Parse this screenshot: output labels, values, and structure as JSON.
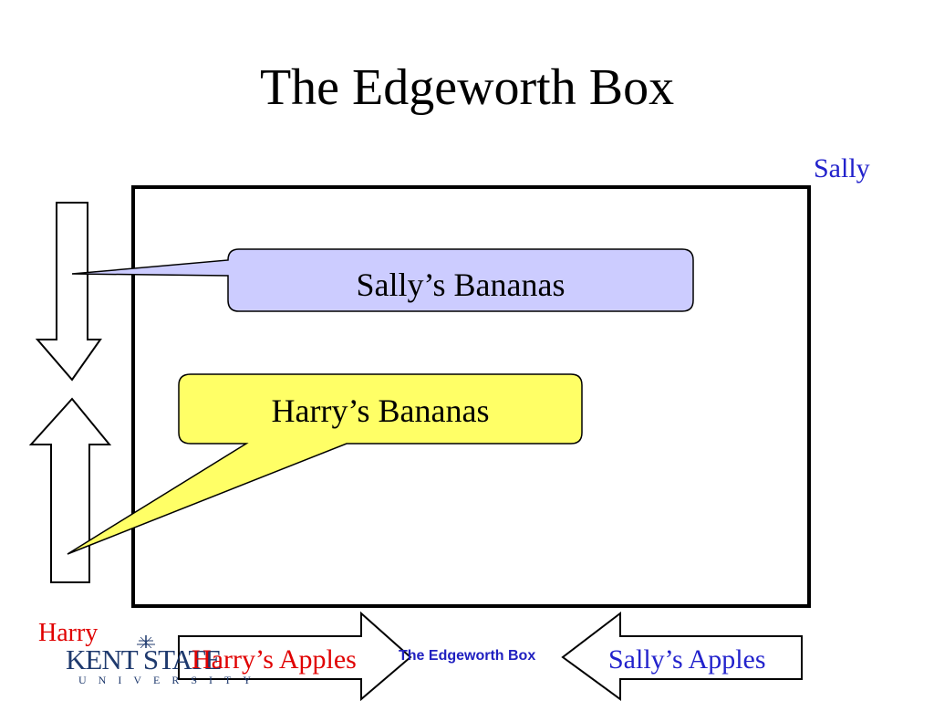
{
  "title": "The Edgeworth Box",
  "owners": {
    "sally": "Sally",
    "harry": "Harry"
  },
  "callouts": {
    "sally_bananas": "Sally’s Bananas",
    "harry_bananas": "Harry’s Bananas"
  },
  "apples": {
    "harry": "Harry’s Apples",
    "sally": "Sally’s Apples"
  },
  "footer": {
    "text": "The Edgeworth Box"
  },
  "logo": {
    "name": "KENT STATE",
    "sub": "UNIVERSITY"
  },
  "colors": {
    "sally": "#2222cc",
    "harry": "#e00000",
    "sally_callout_fill": "#ccccff",
    "harry_callout_fill": "#ffff66",
    "logo": "#1f3a6e",
    "footer": "#2020c0"
  },
  "icons": {
    "down_arrow": "down-arrow-icon",
    "up_arrow": "up-arrow-icon",
    "right_arrow": "right-arrow-icon",
    "left_arrow": "left-arrow-icon"
  }
}
